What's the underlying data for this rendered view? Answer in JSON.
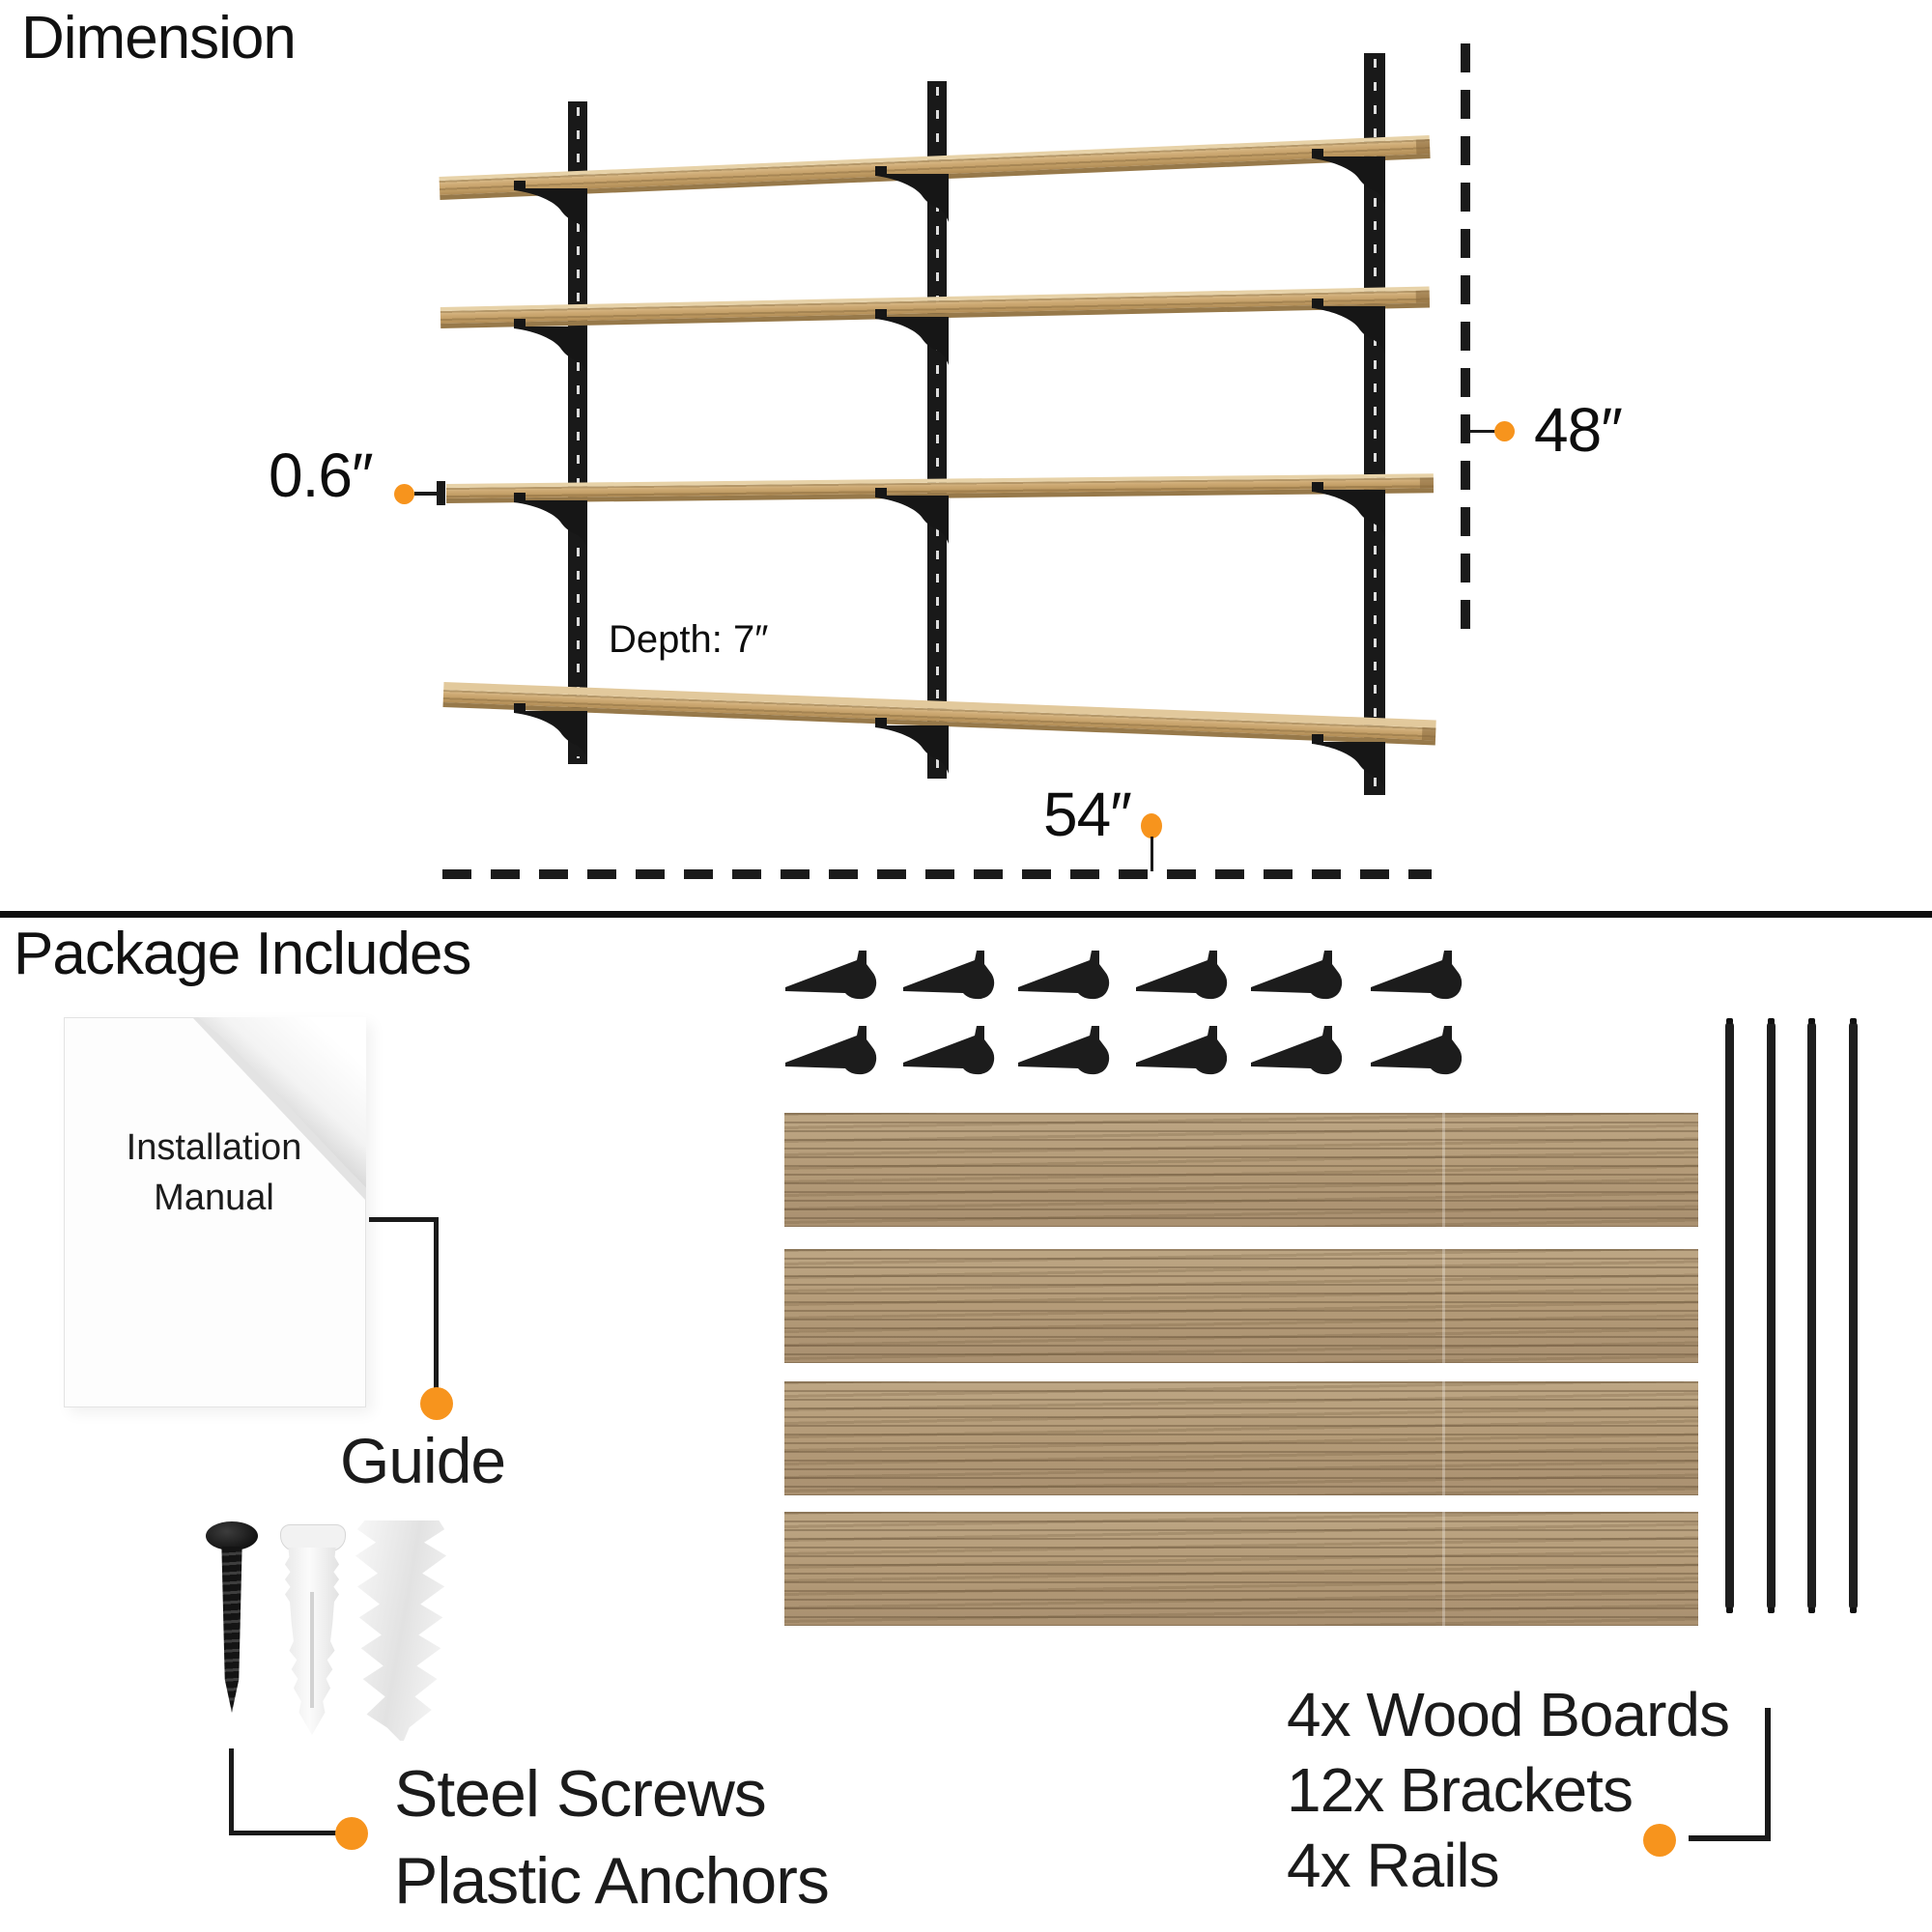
{
  "dimension": {
    "title": "Dimension",
    "thickness_label": "0.6″",
    "depth_label": "Depth: 7″",
    "height_label": "48″",
    "width_label": "54″"
  },
  "package": {
    "title": "Package Includes",
    "manual_title_line1": "Installation",
    "manual_title_line2": "Manual",
    "guide_label": "Guide",
    "fasteners_label_line1": "Steel Screws",
    "fasteners_label_line2": "Plastic Anchors",
    "contents": [
      {
        "label": "4x Wood Boards"
      },
      {
        "label": "12x Brackets"
      },
      {
        "label": "4x Rails"
      }
    ]
  },
  "colors": {
    "accent_orange": "#F7941D",
    "ink_black": "#1B1B1B",
    "shelf_wood": "#C9A771",
    "package_board_wood": "#B49B78"
  }
}
